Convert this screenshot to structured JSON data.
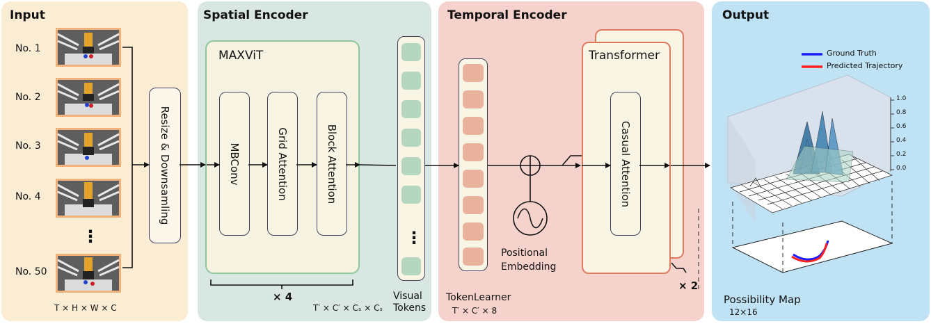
{
  "panels": {
    "input": {
      "title": "Input",
      "color": "#fbecd4"
    },
    "spatial": {
      "title": "Spatial Encoder",
      "color": "#d9e7e2"
    },
    "temporal": {
      "title": "Temporal Encoder",
      "color": "#f5d2cc"
    },
    "output": {
      "title": "Output",
      "color": "#bfe2f4"
    }
  },
  "input": {
    "frames": [
      "No. 1",
      "No. 2",
      "No. 3",
      "No. 4",
      "No. 50"
    ],
    "ellipsis": "⋮",
    "shape": "T × H × W × C",
    "resize_label": "Resize & Downsamling"
  },
  "spatial": {
    "maxvit_title": "MAXViT",
    "blocks": [
      "MBConv",
      "Grid Attention",
      "Block Attention"
    ],
    "repeat": "× 4",
    "shape": "T′ × C′ × Cₛ × Cₛ",
    "tokens_label": "Visual Tokens",
    "token_ellipsis": "⋮"
  },
  "temporal": {
    "tokenlearner_label": "TokenLearner",
    "tokenlearner_shape": "T′ × C′ × 8",
    "positional_label": "Positional Embedding",
    "transformer_title": "Transformer",
    "casual_attention": "Casual Attention",
    "repeat": "× 2"
  },
  "output": {
    "legend": [
      {
        "name": "Ground Truth",
        "color": "#1a1aff"
      },
      {
        "name": "Predicted Trajectory",
        "color": "#ff2020"
      }
    ],
    "z_ticks": [
      "1.0",
      "0.8",
      "0.6",
      "0.4",
      "0.2",
      "0.0"
    ],
    "map_label": "Possibility Map",
    "map_size": "12×16"
  },
  "colors": {
    "token_green": "#b5d6bf",
    "token_salmon": "#e9b29d",
    "transformer_border": "#e07a5f",
    "maxvit_border": "#8fc59b"
  }
}
